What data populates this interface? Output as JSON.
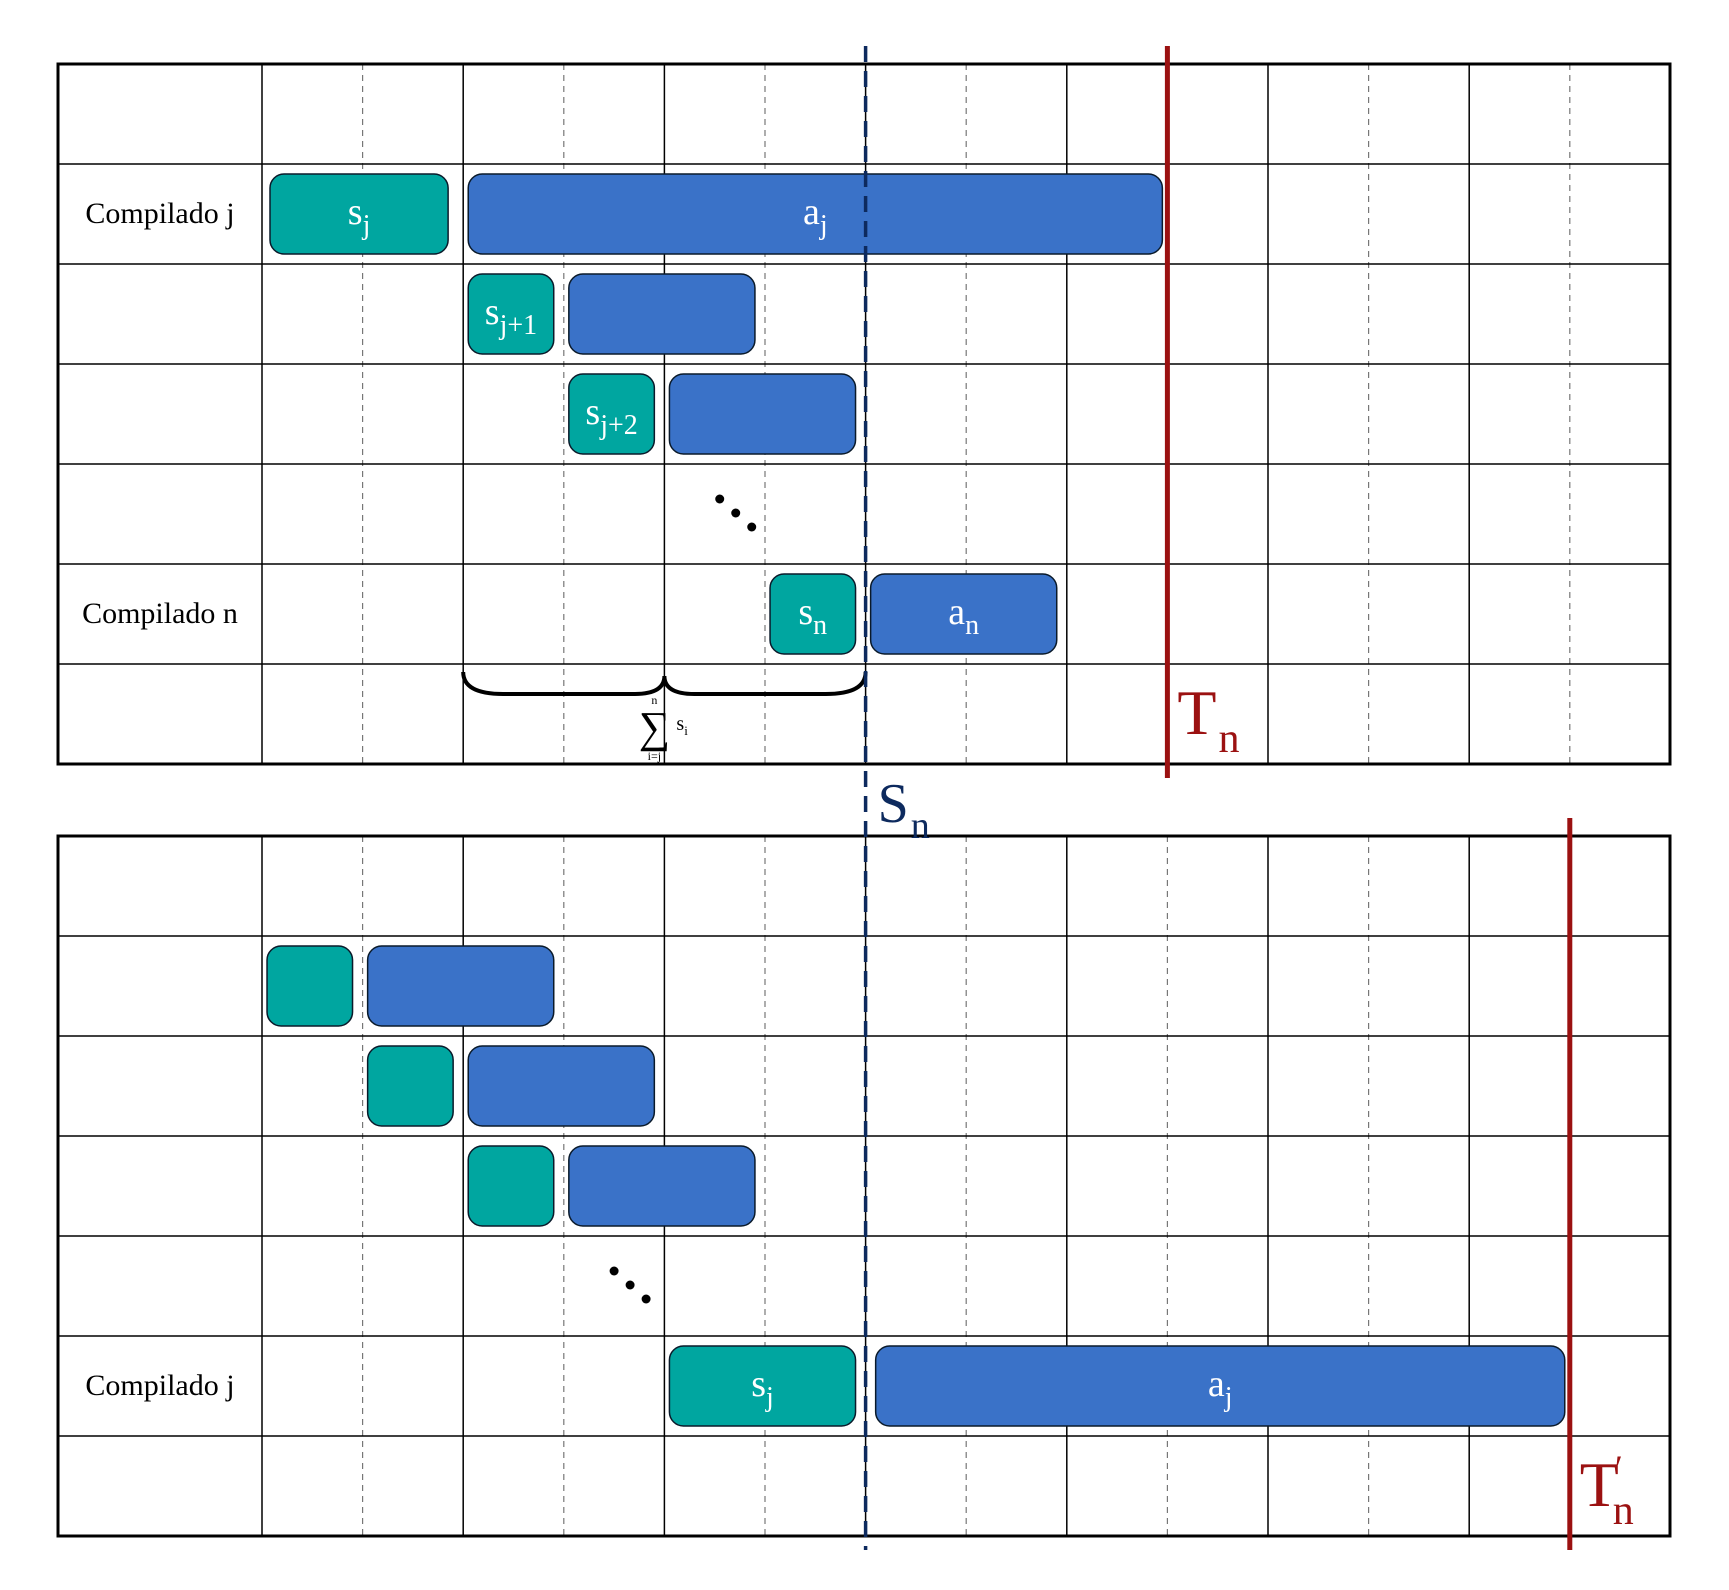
{
  "colors": {
    "setup_block": "#00a6a0",
    "run_block": "#3a72c8",
    "makespan_line": "#9b1111",
    "setup_sum_line": "#0d2a5e",
    "grid_solid": "#000000",
    "grid_dashed": "#777777"
  },
  "top_panel": {
    "rows": [
      {
        "label": ""
      },
      {
        "label": "Compilado j"
      },
      {
        "label": ""
      },
      {
        "label": ""
      },
      {
        "label": ""
      },
      {
        "label": "Compilado n"
      },
      {
        "label": ""
      }
    ],
    "blocks": [
      {
        "kind": "setup",
        "row": 1,
        "start": 0,
        "end": 1.85,
        "text": "s",
        "sub": "j"
      },
      {
        "kind": "run",
        "row": 1,
        "start": 2.05,
        "end": 8.95,
        "text": "a",
        "sub": "j"
      },
      {
        "kind": "setup",
        "row": 2,
        "start": 2.05,
        "end": 2.9,
        "text": "s",
        "sub": "j+1"
      },
      {
        "kind": "run",
        "row": 2,
        "start": 3.05,
        "end": 4.9,
        "text": "",
        "sub": ""
      },
      {
        "kind": "setup",
        "row": 3,
        "start": 3.05,
        "end": 3.9,
        "text": "s",
        "sub": "j+2"
      },
      {
        "kind": "run",
        "row": 3,
        "start": 4.05,
        "end": 5.9,
        "text": "",
        "sub": ""
      },
      {
        "kind": "setup",
        "row": 5,
        "start": 5.05,
        "end": 5.9,
        "text": "s",
        "sub": "n"
      },
      {
        "kind": "run",
        "row": 5,
        "start": 6.05,
        "end": 7.9,
        "text": "a",
        "sub": "n"
      }
    ],
    "ellipsis_row": 4,
    "ellipsis_at": 4.55,
    "brace": {
      "row": 6,
      "start": 2,
      "end": 6,
      "symbol": "∑",
      "upper": "n",
      "lower": "i=j",
      "term": "s",
      "term_sub": "i"
    },
    "makespan": {
      "at": 9,
      "label": "T",
      "sub": "n",
      "prime": ""
    }
  },
  "bottom_panel": {
    "rows": [
      {
        "label": ""
      },
      {
        "label": ""
      },
      {
        "label": ""
      },
      {
        "label": ""
      },
      {
        "label": ""
      },
      {
        "label": "Compilado j"
      },
      {
        "label": ""
      }
    ],
    "blocks": [
      {
        "kind": "setup",
        "row": 1,
        "start": 0.05,
        "end": 0.9,
        "text": "",
        "sub": ""
      },
      {
        "kind": "run",
        "row": 1,
        "start": 1.05,
        "end": 2.9,
        "text": "",
        "sub": ""
      },
      {
        "kind": "setup",
        "row": 2,
        "start": 1.05,
        "end": 1.9,
        "text": "",
        "sub": ""
      },
      {
        "kind": "run",
        "row": 2,
        "start": 2.05,
        "end": 3.9,
        "text": "",
        "sub": ""
      },
      {
        "kind": "setup",
        "row": 3,
        "start": 2.05,
        "end": 2.9,
        "text": "",
        "sub": ""
      },
      {
        "kind": "run",
        "row": 3,
        "start": 3.05,
        "end": 4.9,
        "text": "",
        "sub": ""
      },
      {
        "kind": "setup",
        "row": 5,
        "start": 4.05,
        "end": 5.9,
        "text": "s",
        "sub": "j"
      },
      {
        "kind": "run",
        "row": 5,
        "start": 6.1,
        "end": 12.95,
        "text": "a",
        "sub": "j"
      }
    ],
    "ellipsis_row": 4,
    "ellipsis_at": 3.5,
    "makespan": {
      "at": 13,
      "label": "T",
      "sub": "n",
      "prime": "′"
    }
  },
  "setup_sum_marker": {
    "at": 6,
    "label": "S",
    "sub": "n"
  }
}
